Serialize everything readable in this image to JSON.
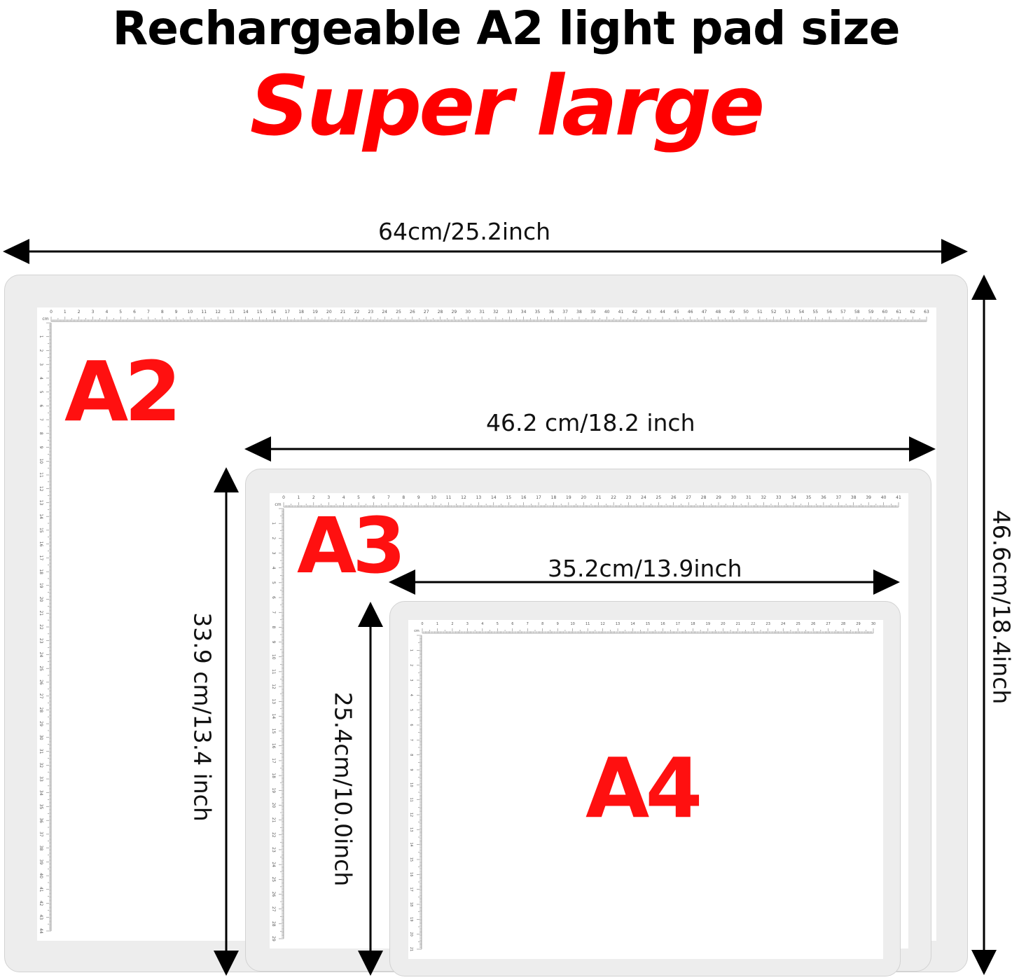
{
  "header": {
    "title": "Rechargeable A2 light pad size",
    "subtitle": "Super large"
  },
  "pads": {
    "a2": {
      "label": "A2",
      "width_label": "64cm/25.2inch",
      "height_label": "46.6cm/18.4inch",
      "ruler_unit": "cm",
      "ruler_top_max": 63,
      "ruler_left_max": 44
    },
    "a3": {
      "label": "A3",
      "width_label": "46.2 cm/18.2 inch",
      "height_label": "33.9 cm/13.4 inch",
      "ruler_unit": "cm",
      "ruler_top_max": 41,
      "ruler_left_max": 29
    },
    "a4": {
      "label": "A4",
      "width_label": "35.2cm/13.9inch",
      "height_label": "25.4cm/10.0inch",
      "ruler_unit": "cm",
      "ruler_top_max": 30,
      "ruler_left_max": 21
    }
  },
  "colors": {
    "accent_red": "#ff0000",
    "pad_frame": "#ededed",
    "arrow": "#000000"
  }
}
